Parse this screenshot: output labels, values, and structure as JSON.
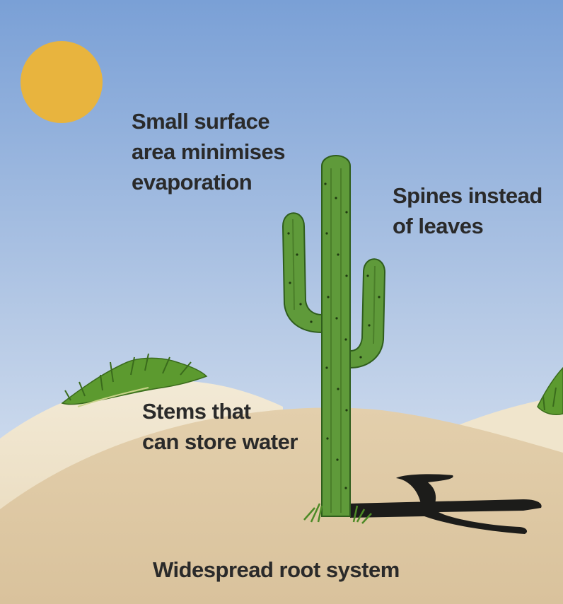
{
  "labels": {
    "surface_area": [
      "Small surface",
      "area minimises",
      "evaporation"
    ],
    "spines": [
      "Spines instead",
      "of leaves"
    ],
    "stems": [
      "Stems that",
      "can store water"
    ],
    "roots": "Widespread root system"
  },
  "colors": {
    "sky_top": "#7fa3d8",
    "sky_bottom": "#e3ebf5",
    "sun": "#e8b43e",
    "sand_light": "#efe3c6",
    "sand_dark": "#dcc8a4",
    "cactus": "#5f9a3a",
    "cactus_shadow": "#1a1a18",
    "text": "#2a2a2a"
  }
}
